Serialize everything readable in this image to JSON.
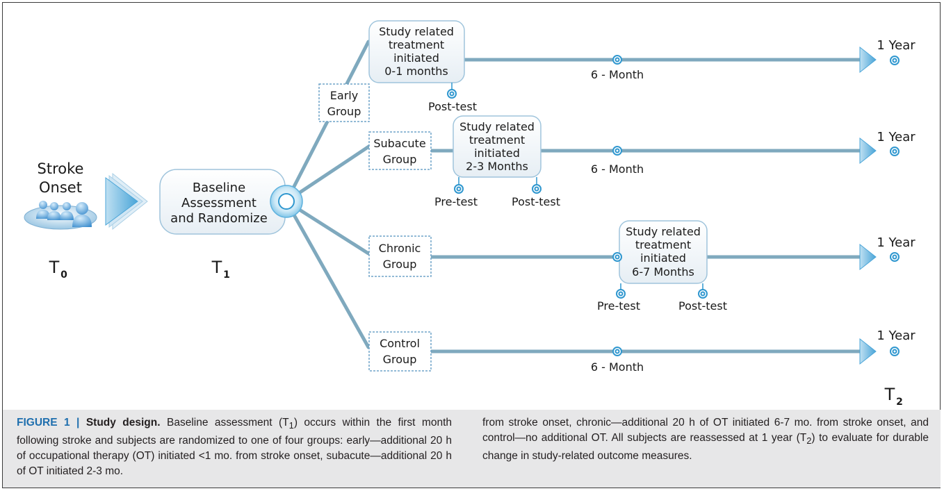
{
  "stroke": {
    "line1": "Stroke",
    "line2": "Onset",
    "time_main": "T",
    "time_sub": "0"
  },
  "baseline": {
    "line1": "Baseline",
    "line2": "Assessment",
    "line3": "and Randomize",
    "time_main": "T",
    "time_sub": "1"
  },
  "groups": [
    {
      "line1": "Early",
      "line2": "Group"
    },
    {
      "line1": "Subacute",
      "line2": "Group"
    },
    {
      "line1": "Chronic",
      "line2": "Group"
    },
    {
      "line1": "Control",
      "line2": "Group"
    }
  ],
  "treatments": [
    {
      "line1": "Study related",
      "line2": "treatment",
      "line3": "initiated",
      "line4": "0-1 months"
    },
    {
      "line1": "Study related",
      "line2": "treatment",
      "line3": "initiated",
      "line4": "2-3 Months"
    },
    {
      "line1": "Study related",
      "line2": "treatment",
      "line3": "initiated",
      "line4": "6-7 Months"
    }
  ],
  "milestones": {
    "pre_test": "Pre-test",
    "post_test": "Post-test",
    "six_month": "6 - Month",
    "one_year": "1 Year"
  },
  "end_time": {
    "main": "T",
    "sub": "2"
  },
  "colors": {
    "line": "#7fa9be",
    "accent": "#2f97cf",
    "box_border": "#6fa3c8"
  },
  "caption": {
    "label": "FIGURE 1 |",
    "title": "Study design.",
    "left_1": "Baseline assessment (T",
    "left_sub1": "1",
    "left_2": ") occurs within the first month following stroke and subjects are randomized to one of four groups: early—additional 20 h of occupational therapy (OT) initiated <1 mo. from stroke onset, subacute—additional 20 h of OT initiated 2-3 mo.",
    "right_1": "from stroke onset, chronic—additional 20 h of OT initiated 6-7 mo. from stroke onset, and control—no additional OT. All subjects are reassessed at 1 year (T",
    "right_sub": "2",
    "right_2": ") to evaluate for durable change in study-related outcome measures."
  }
}
